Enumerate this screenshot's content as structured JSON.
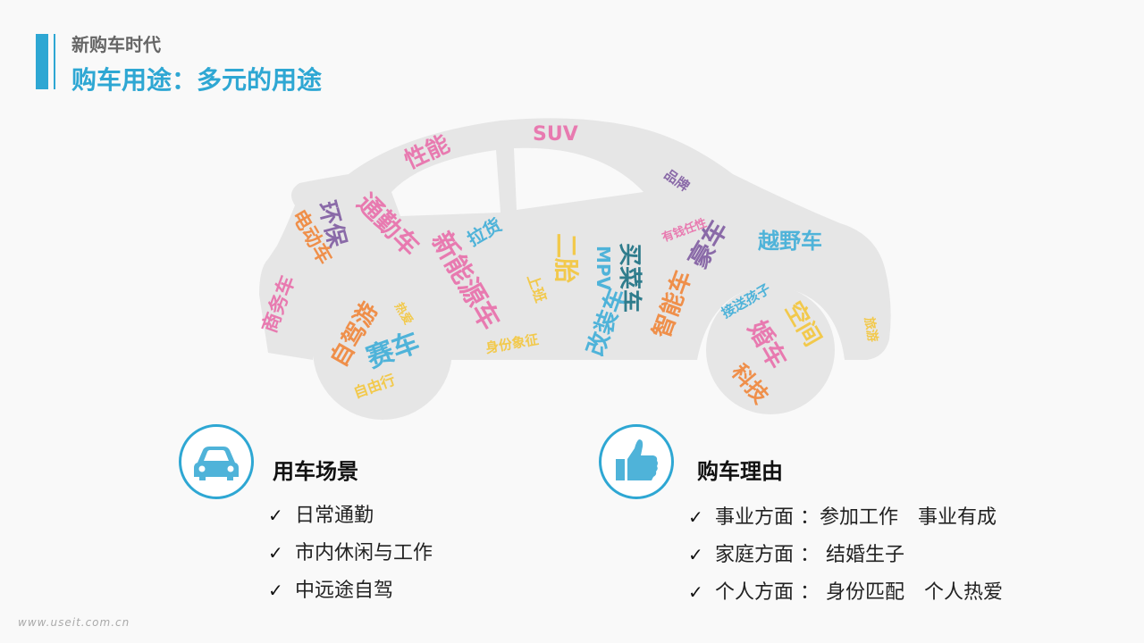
{
  "header": {
    "subtitle": "新购车时代",
    "title": "购车用途：多元的用途"
  },
  "word_cloud": [
    {
      "text": "SUV",
      "color": "#e87ab0"
    },
    {
      "text": "性能",
      "color": "#e87ab0"
    },
    {
      "text": "品牌",
      "color": "#8a6aa8"
    },
    {
      "text": "环保",
      "color": "#8a6aa8"
    },
    {
      "text": "通勤车",
      "color": "#e87ab0"
    },
    {
      "text": "电动车",
      "color": "#ef8f4a"
    },
    {
      "text": "拉货",
      "color": "#4fb3d9"
    },
    {
      "text": "新能源车",
      "color": "#e87ab0"
    },
    {
      "text": "有钱任性",
      "color": "#e87ab0"
    },
    {
      "text": "豪车",
      "color": "#8a6aa8"
    },
    {
      "text": "越野车",
      "color": "#4fb3d9"
    },
    {
      "text": "二胎",
      "color": "#f2c94c"
    },
    {
      "text": "MPV",
      "color": "#4fb3d9"
    },
    {
      "text": "买菜车",
      "color": "#2f7c8c"
    },
    {
      "text": "商务车",
      "color": "#e87ab0"
    },
    {
      "text": "上班",
      "color": "#f2c94c"
    },
    {
      "text": "智能车",
      "color": "#ef8f4a"
    },
    {
      "text": "改装车",
      "color": "#4fb3d9"
    },
    {
      "text": "接送孩子",
      "color": "#4fb3d9"
    },
    {
      "text": "空间",
      "color": "#f2c94c"
    },
    {
      "text": "旅游",
      "color": "#f2c94c"
    },
    {
      "text": "自驾游",
      "color": "#ef8f4a"
    },
    {
      "text": "热爱",
      "color": "#f2c94c"
    },
    {
      "text": "赛车",
      "color": "#4fb3d9"
    },
    {
      "text": "身份象征",
      "color": "#f2c94c"
    },
    {
      "text": "婚车",
      "color": "#e87ab0"
    },
    {
      "text": "自由行",
      "color": "#f2c94c"
    },
    {
      "text": "科技",
      "color": "#ef8f4a"
    }
  ],
  "left_section": {
    "title": "用车场景",
    "icon": "car-icon",
    "items": [
      "日常通勤",
      "市内休闲与工作",
      "中远途自驾"
    ]
  },
  "right_section": {
    "title": "购车理由",
    "icon": "thumbs-up-icon",
    "items": [
      "事业方面 ：参加工作　事业有成",
      "家庭方面 ： 结婚生子",
      "个人方面 ： 身份匹配　个人热爱"
    ]
  },
  "check_glyph": "✓",
  "watermark": "www.useit.com.cn",
  "colors": {
    "accent": "#2ea7d3",
    "car_silhouette": "#e6e6e6"
  }
}
